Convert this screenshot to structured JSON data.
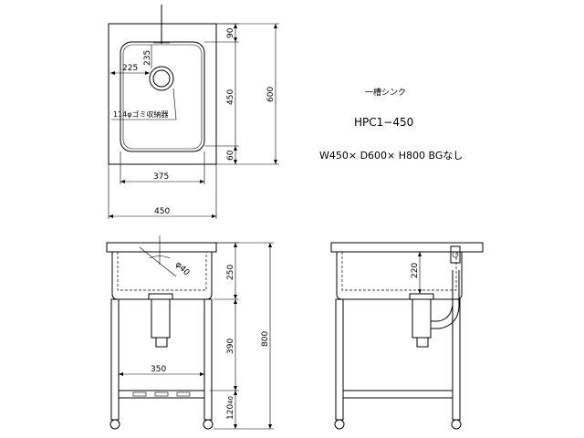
{
  "title": {
    "type_name": "一槽シンク",
    "model": "HPC1−450",
    "size_spec": "W450× D600× H800  BGなし"
  },
  "top_view": {
    "dim_top_margin": "90",
    "dim_bowl_length": "450",
    "dim_bottom_margin": "60",
    "dim_overall_depth": "600",
    "dim_drain_offset_x": "225",
    "dim_drain_offset_y": "235",
    "drain_note": "114φゴミ収納器",
    "dim_bowl_width": "375",
    "dim_overall_width": "450"
  },
  "front_view": {
    "dim_drain_dia": "φ40",
    "dim_bowl_depth": "250",
    "dim_leg_height": "390",
    "dim_shelf_gap": "120",
    "dim_overall_height": "800",
    "dim_inner_width": "350"
  },
  "side_view": {
    "dim_bowl_depth": "220"
  }
}
